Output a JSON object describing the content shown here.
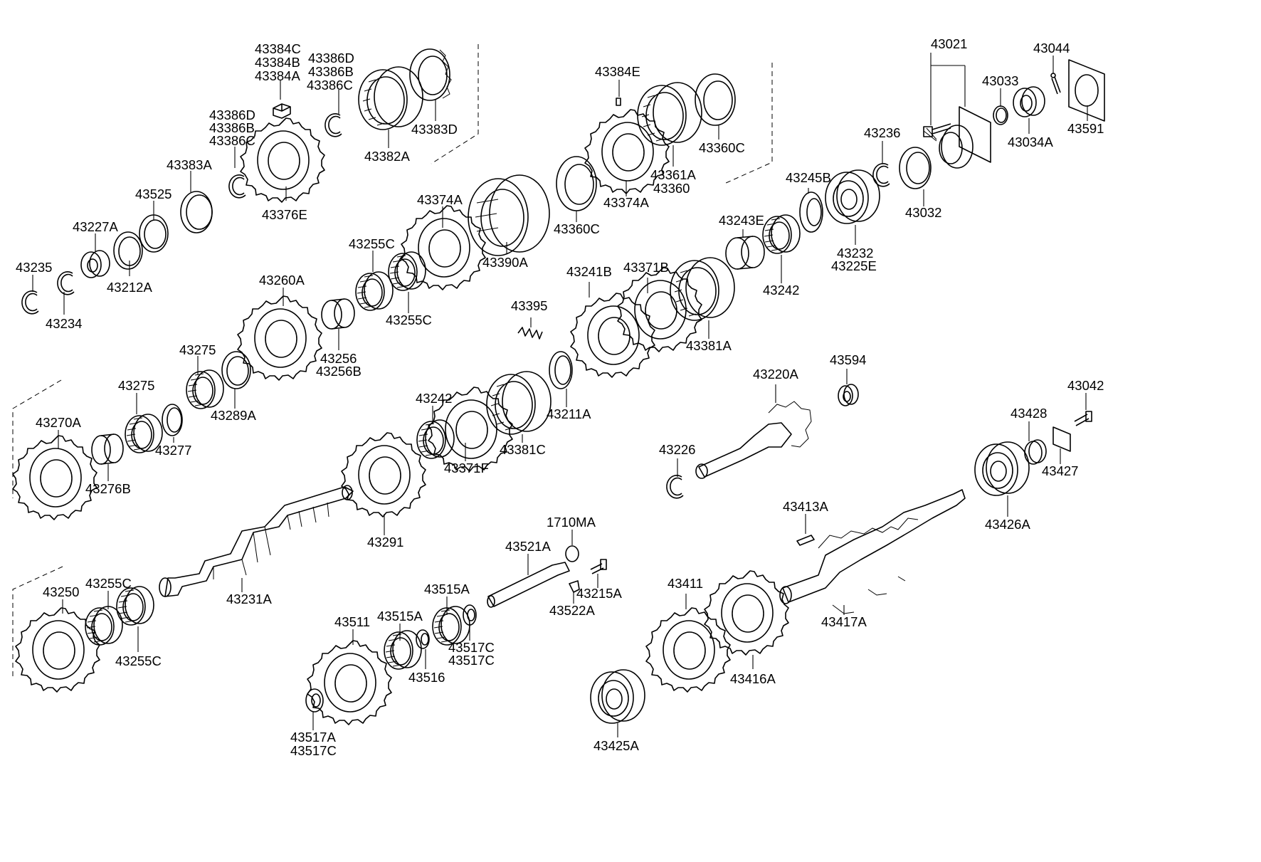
{
  "labels": {
    "p43384C": "43384C",
    "p43384B": "43384B",
    "p43384A": "43384A",
    "p43386D_a": "43386D",
    "p43386B_a": "43386B",
    "p43386C_a": "43386C",
    "p43386D_b": "43386D",
    "p43386B_b": "43386B",
    "p43386C_b": "43386C",
    "p43383A": "43383A",
    "p43383D": "43383D",
    "p43382A": "43382A",
    "p43376E": "43376E",
    "p43525": "43525",
    "p43227A": "43227A",
    "p43212A": "43212A",
    "p43235": "43235",
    "p43234": "43234",
    "p43384E": "43384E",
    "p43360C_a": "43360C",
    "p43361A": "43361A",
    "p43360": "43360",
    "p43374A_a": "43374A",
    "p43360C_b": "43360C",
    "p43390A": "43390A",
    "p43374A_b": "43374A",
    "p43255C_a": "43255C",
    "p43255C_b": "43255C",
    "p43260A": "43260A",
    "p43256": "43256",
    "p43256B": "43256B",
    "p43275_a": "43275",
    "p43289A": "43289A",
    "p43275_b": "43275",
    "p43277": "43277",
    "p43270A": "43270A",
    "p43276B": "43276B",
    "p43021": "43021",
    "p43044": "43044",
    "p43033": "43033",
    "p43034A": "43034A",
    "p43591": "43591",
    "p43236": "43236",
    "p43032": "43032",
    "p43245B": "43245B",
    "p43232": "43232",
    "p43225E": "43225E",
    "p43243E": "43243E",
    "p43242_a": "43242",
    "p43371B": "43371B",
    "p43381A": "43381A",
    "p43241B": "43241B",
    "p43395": "43395",
    "p43211A": "43211A",
    "p43381C": "43381C",
    "p43242_b": "43242",
    "p43371F": "43371F",
    "p43291": "43291",
    "p43220A": "43220A",
    "p43594": "43594",
    "p43226": "43226",
    "p43042": "43042",
    "p43428": "43428",
    "p43427": "43427",
    "p43426A": "43426A",
    "p43413A": "43413A",
    "p43417A": "43417A",
    "p43411": "43411",
    "p43416A": "43416A",
    "p43425A": "43425A",
    "p1710MA": "1710MA",
    "p43521A": "43521A",
    "p43215A": "43215A",
    "p43522A": "43522A",
    "p43515A_a": "43515A",
    "p43515A_b": "43515A",
    "p43511": "43511",
    "p43517C_a": "43517C",
    "p43517C_b": "43517C",
    "p43516": "43516",
    "p43517A": "43517A",
    "p43517C_c": "43517C",
    "p43250": "43250",
    "p43255C_c": "43255C",
    "p43255C_d": "43255C",
    "p43231A": "43231A"
  }
}
